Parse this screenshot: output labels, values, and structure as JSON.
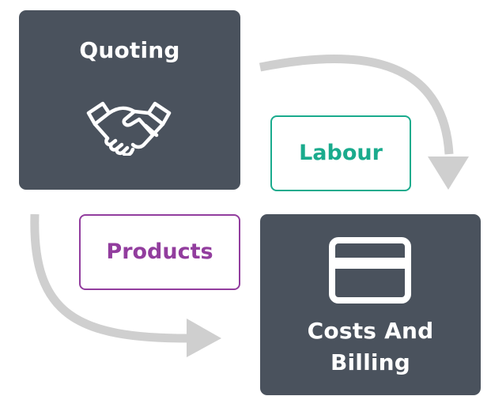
{
  "nodes": {
    "quoting": {
      "title": "Quoting",
      "icon": "handshake-icon"
    },
    "billing": {
      "title_line1": "Costs And",
      "title_line2": "Billing",
      "icon": "credit-card-icon"
    }
  },
  "edges": {
    "labour": {
      "label": "Labour",
      "color": "#1aab8d"
    },
    "products": {
      "label": "Products",
      "color": "#923d9e"
    }
  },
  "colors": {
    "box_fill": "#4a525d",
    "arrow": "#cfcfcf",
    "text_on_box": "#ffffff"
  }
}
